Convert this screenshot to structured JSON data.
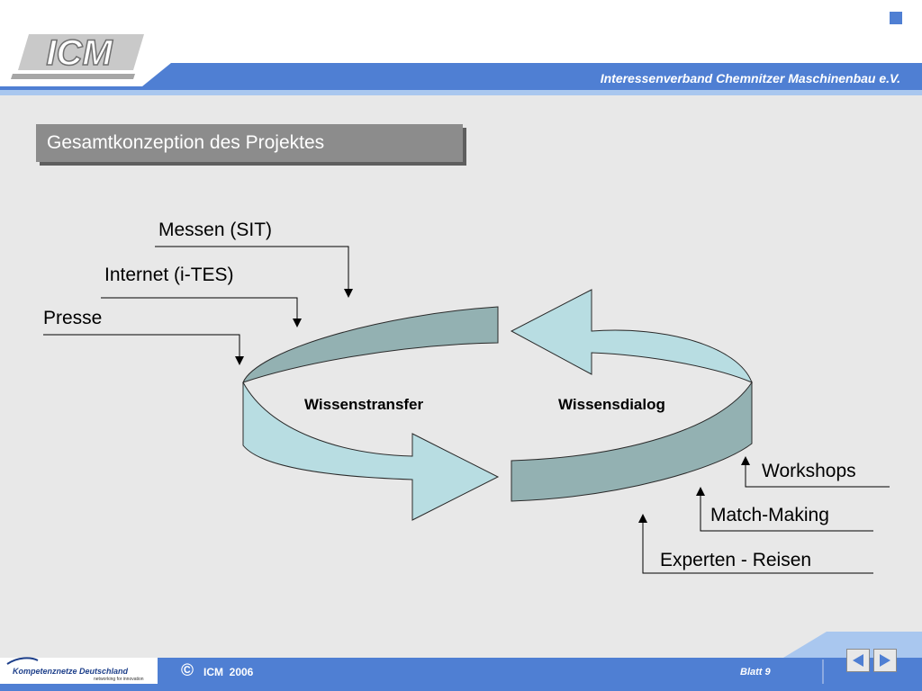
{
  "header": {
    "logo_text": "ICM",
    "org_name": "Interessenverband Chemnitzer Maschinenbau e.V."
  },
  "slide": {
    "title": "Gesamtkonzeption des Projektes",
    "inputs": [
      "Messen (SIT)",
      "Internet (i-TES)",
      "Presse"
    ],
    "cycle_left_label": "Wissenstransfer",
    "cycle_right_label": "Wissensdialog",
    "outputs": [
      "Workshops",
      "Match-Making",
      "Experten - Reisen"
    ]
  },
  "footer": {
    "partner_logo_text": "Kompetenznetze Deutschland",
    "partner_logo_subtext": "networking for innovation",
    "copyright_symbol": "©",
    "copyright_text": "ICM  2006",
    "page_label": "Blatt 9"
  },
  "colors": {
    "header_blue": "#4f7fd3",
    "light_blue": "#a9c7ef",
    "arrow_cyan": "#b8dde2",
    "arrow_teal": "#93b1b2",
    "title_gray": "#8c8c8c"
  }
}
